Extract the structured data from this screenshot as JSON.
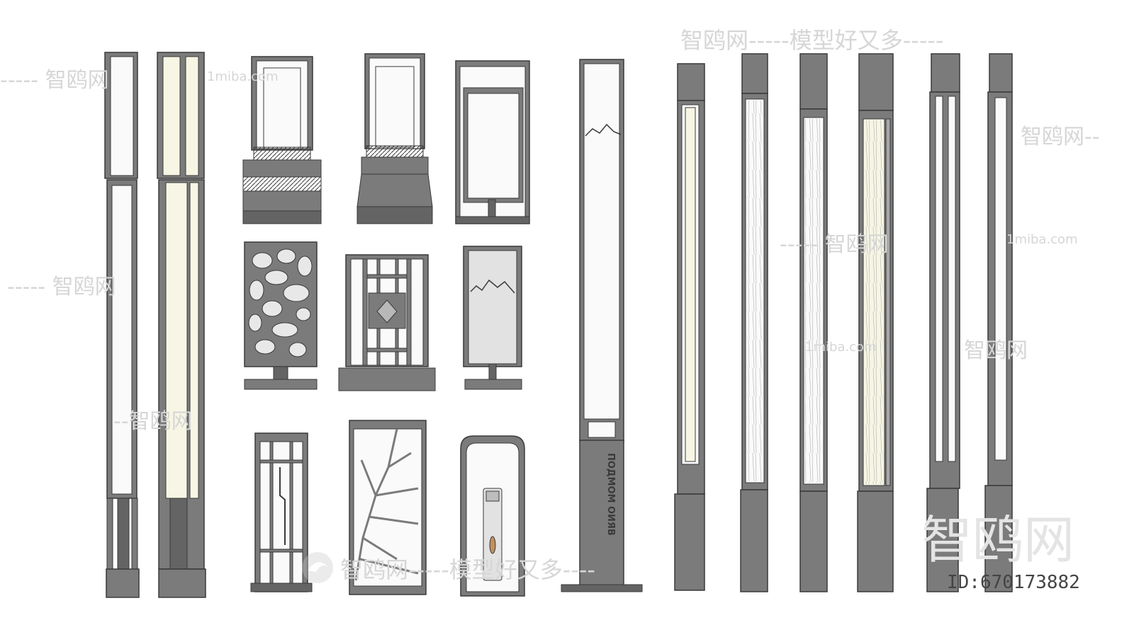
{
  "watermarks": {
    "top_right": "智鸥网-----模型好又多-----",
    "bottom_center": "智鸥网-----模型好又多----",
    "logo_text": "智鸥网",
    "site_1": "1miba.com",
    "site_2": "1miba.com",
    "site_3": "1miba.com",
    "side_1": "----- 智鸥网",
    "side_2": "----- 智鸥网",
    "side_3": "--智鸥网",
    "side_4": "----- 智鸥网",
    "side_5": "智鸥网",
    "side_6": "智鸥网--"
  },
  "model_id": "ID:670173882",
  "engraved_text": "ПОДМОМ ОИЯВ",
  "colors": {
    "frame": "#3a3a3a",
    "body_gray": "#7b7b7b",
    "dark_gray": "#646464",
    "glow_yellow": "#f7f6e4",
    "panel_white": "#fafafa",
    "panel_light": "#e2e2e2"
  }
}
